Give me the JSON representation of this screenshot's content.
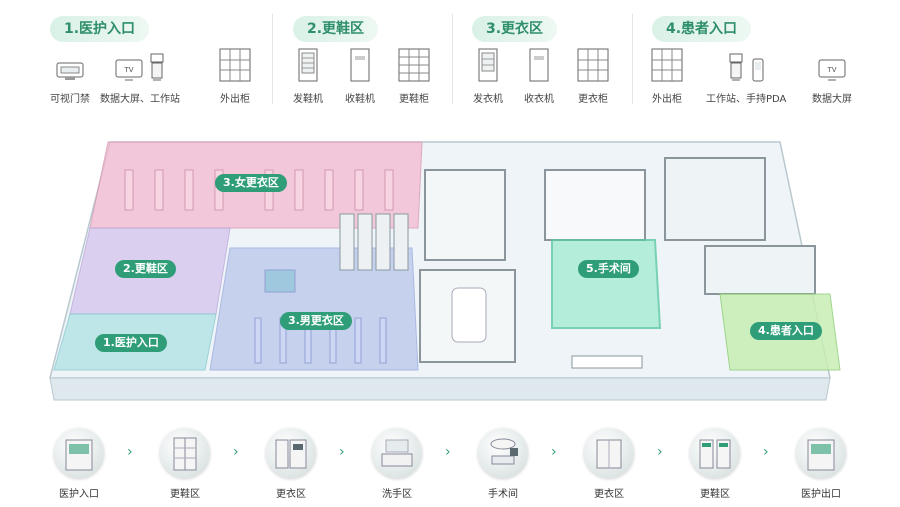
{
  "zones": [
    {
      "title": "1.医护入口",
      "items": [
        {
          "label": "可视门禁",
          "icon": "video-intercom-icon"
        },
        {
          "label": "数据大屏、工作站",
          "icon": "data-screen-workstation-icon"
        },
        {
          "label": "外出柜",
          "icon": "exit-cabinet-icon"
        }
      ]
    },
    {
      "title": "2.更鞋区",
      "items": [
        {
          "label": "发鞋机",
          "icon": "shoe-dispenser-icon"
        },
        {
          "label": "收鞋机",
          "icon": "shoe-collector-icon"
        },
        {
          "label": "更鞋柜",
          "icon": "shoe-cabinet-icon"
        }
      ]
    },
    {
      "title": "3.更衣区",
      "items": [
        {
          "label": "发衣机",
          "icon": "clothes-dispenser-icon"
        },
        {
          "label": "收衣机",
          "icon": "clothes-collector-icon"
        },
        {
          "label": "更衣柜",
          "icon": "locker-icon"
        }
      ]
    },
    {
      "title": "4.患者入口",
      "items": [
        {
          "label": "外出柜",
          "icon": "exit-cabinet-icon"
        },
        {
          "label": "工作站、手持PDA",
          "icon": "workstation-pda-icon"
        },
        {
          "label": "数据大屏",
          "icon": "data-screen-icon"
        }
      ]
    }
  ],
  "tv_text": "TV",
  "plan_tags": {
    "women_changing": "3.女更衣区",
    "shoe_change": "2.更鞋区",
    "staff_entrance": "1.医护入口",
    "men_changing": "3.男更衣区",
    "operating_room": "5.手术间",
    "patient_entrance": "4.患者入口"
  },
  "flow": [
    {
      "label": "医护入口"
    },
    {
      "label": "更鞋区"
    },
    {
      "label": "更衣区"
    },
    {
      "label": "洗手区"
    },
    {
      "label": "手术间"
    },
    {
      "label": "更衣区"
    },
    {
      "label": "更鞋区"
    },
    {
      "label": "医护出口"
    }
  ],
  "flow_arrow": "›",
  "colors": {
    "accent": "#2f9e78",
    "pink_zone": "#f2b8cf",
    "purple_zone": "#d4c3ec",
    "blue_zone": "#b9c6ec",
    "teal_zone": "#b3e3e6",
    "green_zone": "#c8eeb4",
    "op_zone": "#a6ecd3"
  }
}
